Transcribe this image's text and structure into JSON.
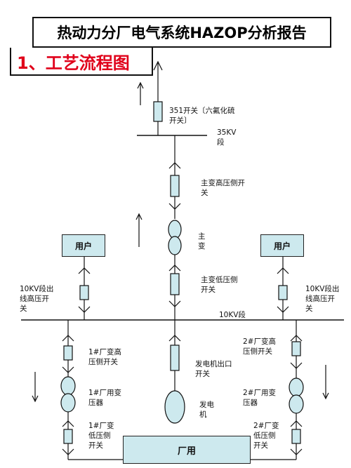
{
  "title": "热动力分厂电气系统HAZOP分析报告",
  "section": "1、工艺流程图",
  "labels": {
    "sf6_switch": "351开关〔六氟化硫\n开关〕",
    "bus_35kv": "35KV\n段",
    "main_tx_hv_switch": "主变高压侧开\n关",
    "main_tx": "主\n变",
    "main_tx_lv_switch": "主变低压侧\n开关",
    "left_feeder": "10KV段出\n线高压开\n关",
    "right_feeder": "10KV段出\n线高压开\n关",
    "bus_10kv": "10KV段",
    "st1_hv_switch": "1#厂变高\n压侧开关",
    "st1_tx": "1#厂用变\n压器",
    "st1_lv_switch": "1#厂变\n低压侧\n开关",
    "gen_breaker": "发电机出口\n开关",
    "generator": "发电\n机",
    "st2_hv_switch": "2#厂变高\n压侧开关",
    "st2_tx": "2#厂用变\n压器",
    "st2_lv_switch": "2#厂变\n低压侧\n开关",
    "user_left": "用户",
    "user_right": "用户",
    "station_use": "厂用"
  },
  "colors": {
    "component_fill": "#cde9ee",
    "section_color": "#e0001a",
    "line": "#111111"
  }
}
